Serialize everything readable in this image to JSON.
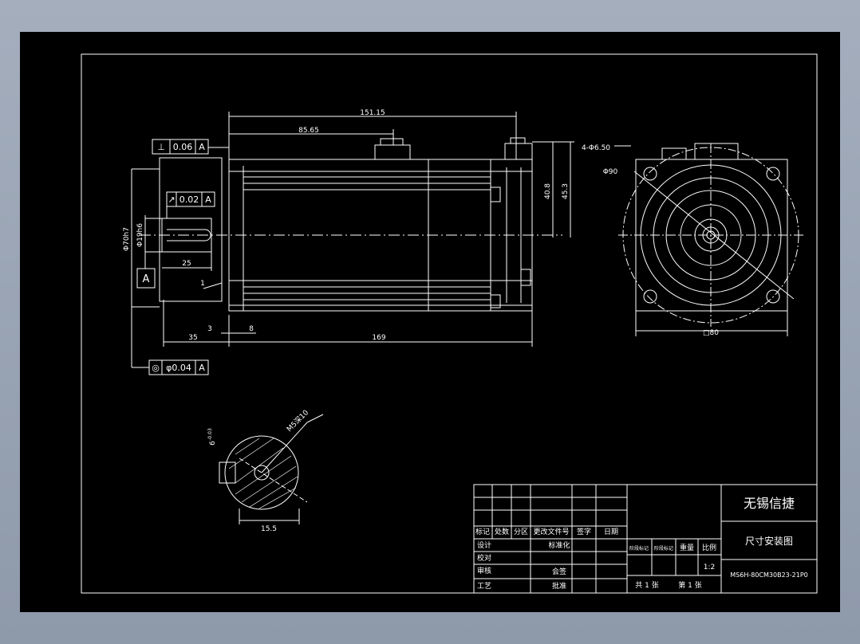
{
  "dimensions": {
    "overall_length": "151.15",
    "flange_offset": "85.65",
    "body_length": "169",
    "height_a": "40.8",
    "height_b": "45.3",
    "flange_hole": "4-Φ6.50",
    "pitch_circle": "Φ90",
    "shaft_length": "25",
    "shaft_ext": "35",
    "gap_3": "3",
    "gap_8": "8",
    "leader_1": "1",
    "square": "□80",
    "spigot_dia": "Φ70h7",
    "shaft_dia": "Φ19h6",
    "section_width": "15.5",
    "section_thread": "M5深10",
    "section_key": "6",
    "section_key_sub": "-0.03"
  },
  "tolerances": {
    "perpendicularity": {
      "symbol": "⊥",
      "value": "0.06",
      "datum": "A"
    },
    "runout": {
      "symbol": "↗",
      "value": "0.02",
      "datum": "A"
    },
    "concentricity": {
      "symbol": "◎",
      "value": "φ0.04",
      "datum": "A"
    },
    "datum_box": "A"
  },
  "title_block": {
    "company": "无锡信捷",
    "drawing_title": "尺寸安装图",
    "drawing_number": "MS6H-80CM30B23-21P0",
    "scale": "1:2",
    "revision_headers": [
      "标记",
      "处数",
      "分区",
      "更改文件号",
      "签字",
      "日期"
    ],
    "roles": [
      "设计",
      "校对",
      "审核",
      "工艺"
    ],
    "standardization": "标准化",
    "countersign": "会签",
    "approve": "批准",
    "stage_headers": [
      "阶段标记",
      "阶段标记",
      "重量",
      "比例"
    ],
    "sheet_total": "共 1 张",
    "sheet_no": "第 1 张"
  }
}
